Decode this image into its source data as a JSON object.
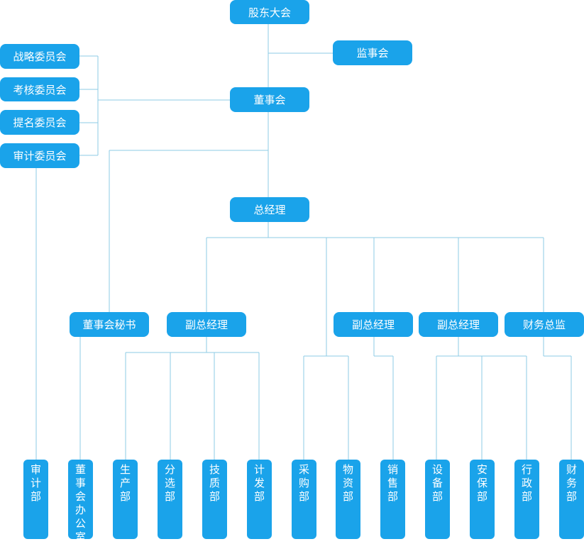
{
  "top": {
    "shareholders": "股东大会",
    "supervisory": "监事会",
    "board": "董事会",
    "general_manager": "总经理"
  },
  "committees": {
    "strategy": "战略委员会",
    "audit_review": "考核委员会",
    "nomination": "提名委员会",
    "audit": "审计委员会"
  },
  "middle": {
    "board_secretary": "董事会秘书",
    "deputy_gm_1": "副总经理",
    "deputy_gm_2": "副总经理",
    "deputy_gm_3": "副总经理",
    "cfo": "财务总监"
  },
  "departments": {
    "audit": "审计部",
    "board_office": "董事会办公室",
    "production": "生产部",
    "sorting": "分选部",
    "quality": "技质部",
    "planning": "计发部",
    "purchasing": "采购部",
    "materials": "物资部",
    "sales": "销售部",
    "equipment": "设备部",
    "safety": "安保部",
    "administration": "行政部",
    "finance": "财务部"
  },
  "colors": {
    "box": "#1aa3ea",
    "connector": "#8ecbe6",
    "text": "#ffffff"
  }
}
